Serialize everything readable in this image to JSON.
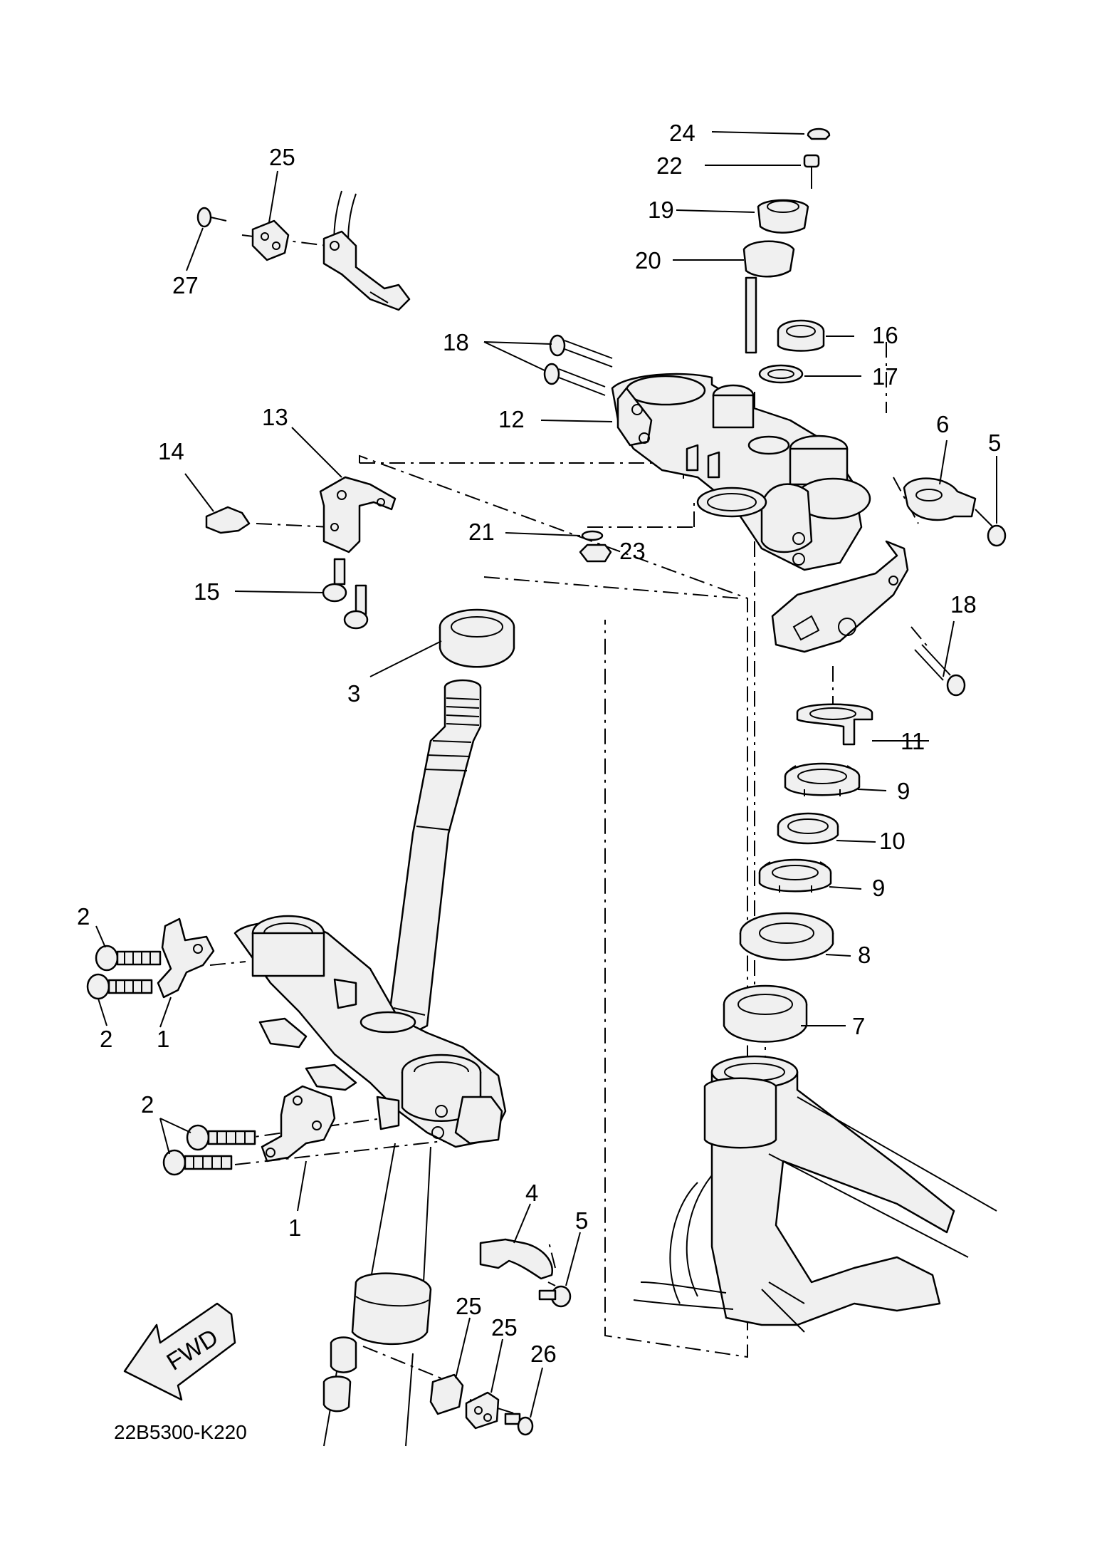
{
  "diagram": {
    "code": "22B5300-K220",
    "fwd_label": "FWD",
    "callouts": [
      {
        "id": "24",
        "label": "24"
      },
      {
        "id": "22",
        "label": "22"
      },
      {
        "id": "19",
        "label": "19"
      },
      {
        "id": "20",
        "label": "20"
      },
      {
        "id": "16",
        "label": "16"
      },
      {
        "id": "17",
        "label": "17"
      },
      {
        "id": "18a",
        "label": "18"
      },
      {
        "id": "12",
        "label": "12"
      },
      {
        "id": "6",
        "label": "6"
      },
      {
        "id": "5a",
        "label": "5"
      },
      {
        "id": "13",
        "label": "13"
      },
      {
        "id": "14",
        "label": "14"
      },
      {
        "id": "21",
        "label": "21"
      },
      {
        "id": "23",
        "label": "23"
      },
      {
        "id": "15",
        "label": "15"
      },
      {
        "id": "18b",
        "label": "18"
      },
      {
        "id": "3",
        "label": "3"
      },
      {
        "id": "11",
        "label": "11"
      },
      {
        "id": "9a",
        "label": "9"
      },
      {
        "id": "10",
        "label": "10"
      },
      {
        "id": "9b",
        "label": "9"
      },
      {
        "id": "8",
        "label": "8"
      },
      {
        "id": "7",
        "label": "7"
      },
      {
        "id": "2a",
        "label": "2"
      },
      {
        "id": "2b",
        "label": "2"
      },
      {
        "id": "1a",
        "label": "1"
      },
      {
        "id": "2c",
        "label": "2"
      },
      {
        "id": "1b",
        "label": "1"
      },
      {
        "id": "4",
        "label": "4"
      },
      {
        "id": "5b",
        "label": "5"
      },
      {
        "id": "25a",
        "label": "25"
      },
      {
        "id": "25b",
        "label": "25"
      },
      {
        "id": "26",
        "label": "26"
      },
      {
        "id": "25c",
        "label": "25"
      },
      {
        "id": "27",
        "label": "27"
      }
    ]
  }
}
